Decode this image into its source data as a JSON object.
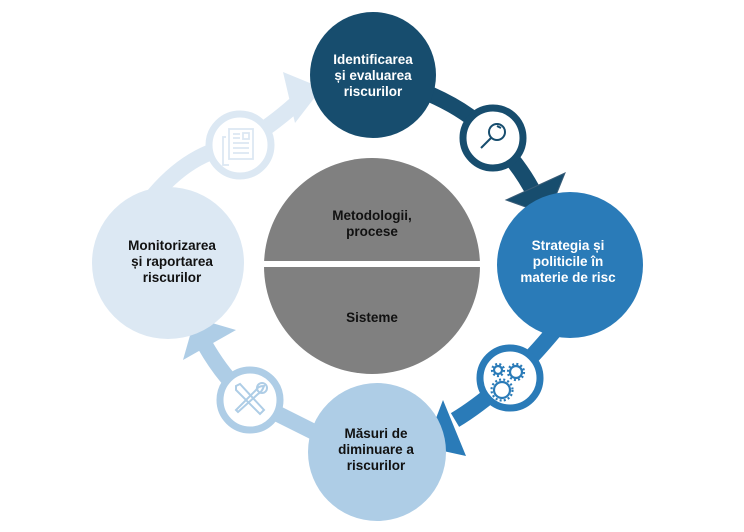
{
  "colors": {
    "stage1": "#174d6e",
    "stage2": "#2a7bb8",
    "stage3": "#aecde6",
    "stage4": "#dce8f3",
    "center": "#808080"
  },
  "stages": [
    {
      "id": "identify",
      "label": "Identificarea\nși evaluarea\nriscurilor",
      "icon": "magnifier-icon"
    },
    {
      "id": "strategy",
      "label": "Strategia și\npoliticile în\nmaterie de risc",
      "icon": "gears-icon"
    },
    {
      "id": "mitigate",
      "label": "Măsuri de\ndiminuare a\nriscurilor",
      "icon": "tools-icon"
    },
    {
      "id": "monitor",
      "label": "Monitorizarea\nși raportarea\nriscurilor",
      "icon": "document-icon"
    }
  ],
  "center": {
    "top_label": "Metodologii,\nprocese",
    "bottom_label": "Sisteme"
  }
}
